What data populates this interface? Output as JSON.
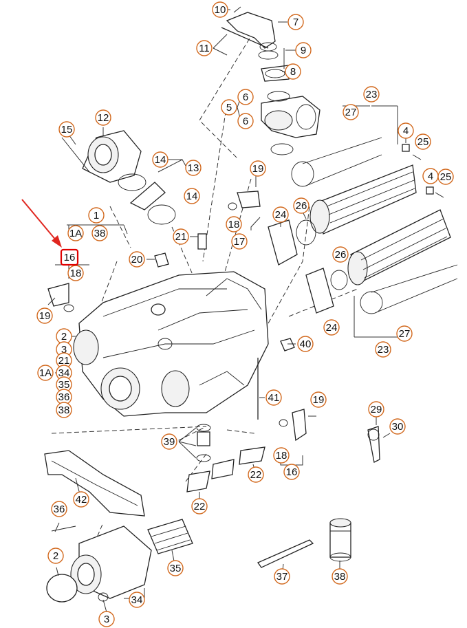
{
  "diagram": {
    "callouts": [
      "10",
      "7",
      "11",
      "9",
      "8",
      "6",
      "5",
      "6",
      "23",
      "27",
      "4",
      "25",
      "4",
      "25",
      "12",
      "15",
      "14",
      "13",
      "14",
      "19",
      "1",
      "1A",
      "38",
      "16",
      "18",
      "26",
      "24",
      "21",
      "18",
      "17",
      "20",
      "19",
      "26",
      "2",
      "3",
      "21",
      "1A",
      "34",
      "35",
      "36",
      "38",
      "24",
      "27",
      "23",
      "40",
      "41",
      "19",
      "29",
      "30",
      "39",
      "18",
      "16",
      "22",
      "42",
      "22",
      "36",
      "2",
      "35",
      "37",
      "38",
      "34",
      "3"
    ],
    "highlighted_callout": "16",
    "colors": {
      "callout_border": "#d2691e",
      "highlight": "#e00000",
      "arrow": "#e0261f"
    }
  }
}
